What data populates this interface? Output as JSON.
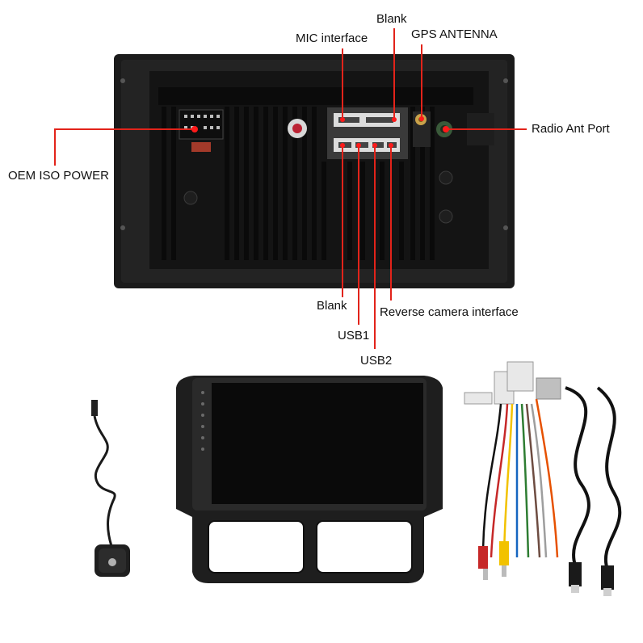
{
  "labels": {
    "blank_top": "Blank",
    "mic_interface": "MIC interface",
    "gps_antenna": "GPS ANTENNA",
    "radio_ant_port": "Radio Ant Port",
    "oem_iso_power": "OEM ISO POWER",
    "blank_bottom": "Blank",
    "reverse_camera": "Reverse camera interface",
    "usb1": "USB1",
    "usb2": "USB2"
  },
  "colors": {
    "callout_line": "#e2231a",
    "callout_dot": "#ff1a1a",
    "unit_body": "#1b1b1b",
    "unit_fins": "#0d0d0d",
    "connector": "#dcdcdc",
    "screen": "#0a0a0a",
    "bezel": "#202020"
  },
  "icons": [
    "gps-antenna-icon",
    "wiring-harness-icon"
  ]
}
